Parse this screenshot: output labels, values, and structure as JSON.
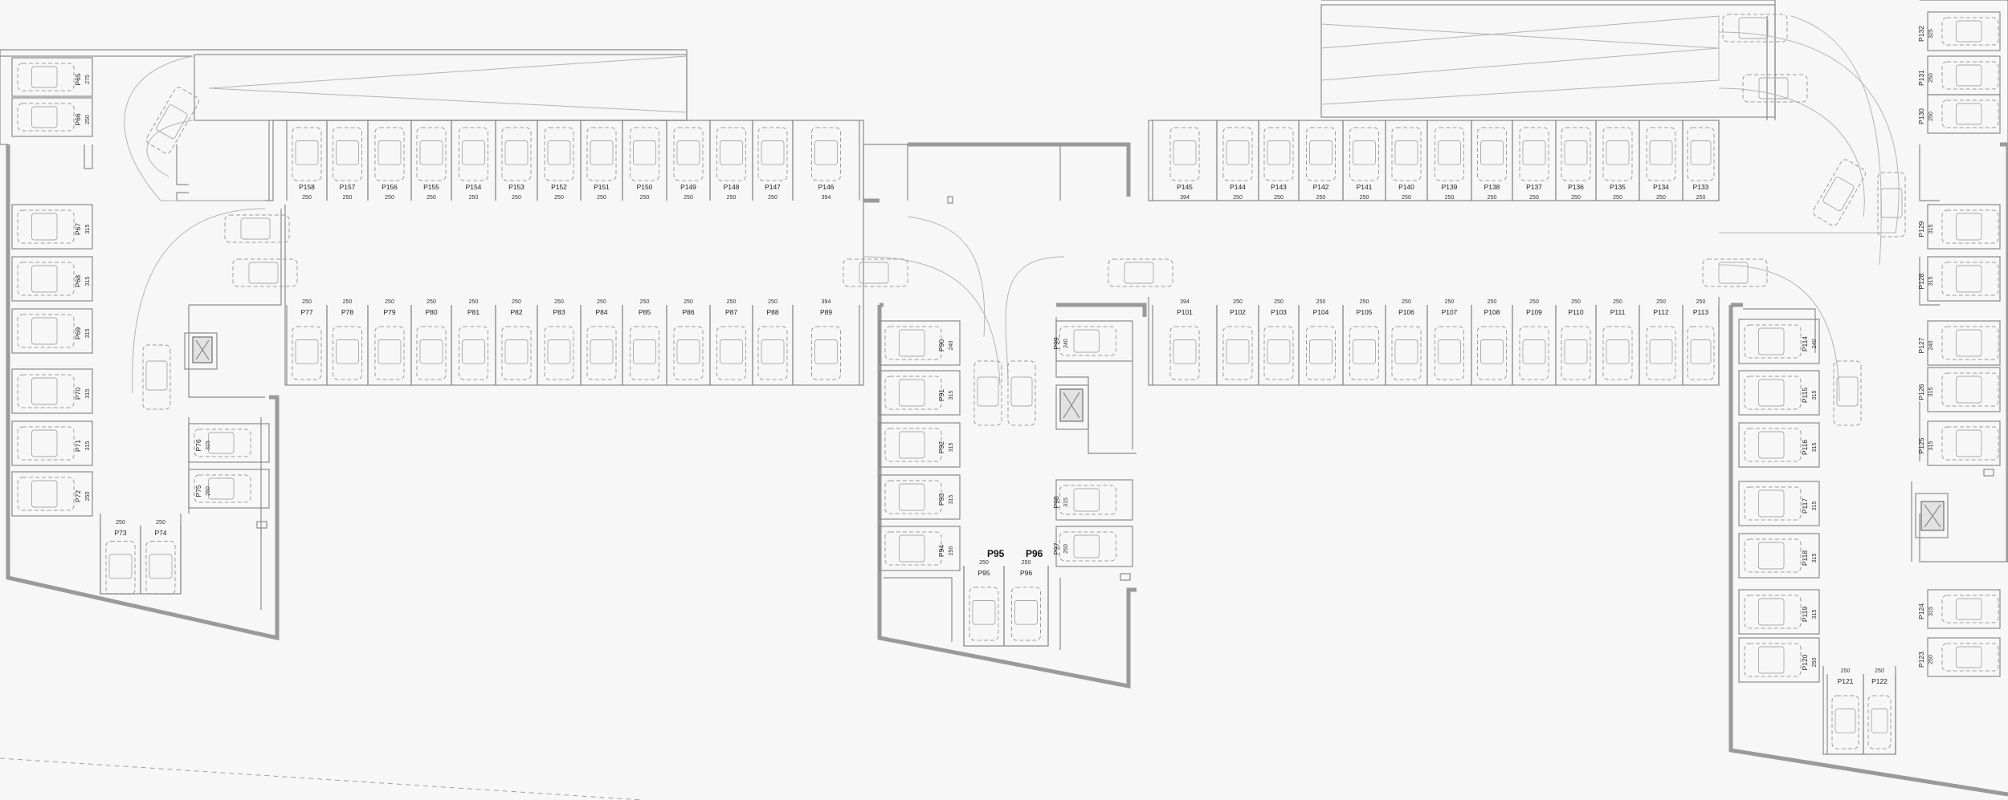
{
  "plan": {
    "spots": {
      "row_top_left": [
        {
          "id": "P158",
          "w": "250"
        },
        {
          "id": "P157",
          "w": "250"
        },
        {
          "id": "P156",
          "w": "250"
        },
        {
          "id": "P155",
          "w": "250"
        },
        {
          "id": "P154",
          "w": "250"
        },
        {
          "id": "P153",
          "w": "250"
        },
        {
          "id": "P152",
          "w": "250"
        },
        {
          "id": "P151",
          "w": "250"
        },
        {
          "id": "P150",
          "w": "250"
        },
        {
          "id": "P149",
          "w": "250"
        },
        {
          "id": "P148",
          "w": "250"
        },
        {
          "id": "P147",
          "w": "250"
        },
        {
          "id": "P146",
          "w": "394"
        }
      ],
      "row_mid_left": [
        {
          "id": "P77",
          "w": "250"
        },
        {
          "id": "P78",
          "w": "250"
        },
        {
          "id": "P79",
          "w": "250"
        },
        {
          "id": "P80",
          "w": "250"
        },
        {
          "id": "P81",
          "w": "250"
        },
        {
          "id": "P82",
          "w": "250"
        },
        {
          "id": "P83",
          "w": "250"
        },
        {
          "id": "P84",
          "w": "250"
        },
        {
          "id": "P85",
          "w": "250"
        },
        {
          "id": "P86",
          "w": "250"
        },
        {
          "id": "P87",
          "w": "250"
        },
        {
          "id": "P88",
          "w": "250"
        },
        {
          "id": "P89",
          "w": "394"
        }
      ],
      "row_top_right": [
        {
          "id": "P145",
          "w": "394"
        },
        {
          "id": "P144",
          "w": "250"
        },
        {
          "id": "P143",
          "w": "250"
        },
        {
          "id": "P142",
          "w": "250"
        },
        {
          "id": "P141",
          "w": "250"
        },
        {
          "id": "P140",
          "w": "250"
        },
        {
          "id": "P139",
          "w": "250"
        },
        {
          "id": "P138",
          "w": "250"
        },
        {
          "id": "P137",
          "w": "250"
        },
        {
          "id": "P136",
          "w": "250"
        },
        {
          "id": "P135",
          "w": "250"
        },
        {
          "id": "P134",
          "w": "250"
        },
        {
          "id": "P133",
          "w": "250"
        }
      ],
      "row_mid_right": [
        {
          "id": "P101",
          "w": "394"
        },
        {
          "id": "P102",
          "w": "250"
        },
        {
          "id": "P103",
          "w": "250"
        },
        {
          "id": "P104",
          "w": "250"
        },
        {
          "id": "P105",
          "w": "250"
        },
        {
          "id": "P106",
          "w": "250"
        },
        {
          "id": "P107",
          "w": "250"
        },
        {
          "id": "P108",
          "w": "250"
        },
        {
          "id": "P109",
          "w": "250"
        },
        {
          "id": "P110",
          "w": "250"
        },
        {
          "id": "P111",
          "w": "250"
        },
        {
          "id": "P112",
          "w": "250"
        },
        {
          "id": "P113",
          "w": "250"
        }
      ],
      "col_left": [
        {
          "id": "P65",
          "w": "275"
        },
        {
          "id": "P66",
          "w": "250"
        },
        {
          "id": "P67",
          "w": "315"
        },
        {
          "id": "P68",
          "w": "315"
        },
        {
          "id": "P69",
          "w": "315"
        },
        {
          "id": "P70",
          "w": "315"
        },
        {
          "id": "P71",
          "w": "315"
        },
        {
          "id": "P72",
          "w": "250"
        }
      ],
      "col_left_inner": [
        {
          "id": "P76",
          "w": "315"
        },
        {
          "id": "P75",
          "w": "250"
        }
      ],
      "bottom_left": [
        {
          "id": "P73",
          "w": "250"
        },
        {
          "id": "P74",
          "w": "250"
        }
      ],
      "col_center_left": [
        {
          "id": "P90",
          "w": "240"
        },
        {
          "id": "P91",
          "w": "315"
        },
        {
          "id": "P92",
          "w": "315"
        },
        {
          "id": "P93",
          "w": "315"
        },
        {
          "id": "P94",
          "w": "250"
        }
      ],
      "col_center_right": [
        {
          "id": "P99",
          "w": "240"
        },
        {
          "id": "P98",
          "w": "315"
        },
        {
          "id": "P97",
          "w": "250"
        }
      ],
      "center_bottom": [
        {
          "id": "P95",
          "w": "250"
        },
        {
          "id": "P96",
          "w": "250"
        }
      ],
      "center_bottom_big": [
        "P95",
        "P96"
      ],
      "col_right_inner": [
        {
          "id": "P114",
          "w": "240"
        },
        {
          "id": "P115",
          "w": "315"
        },
        {
          "id": "P116",
          "w": "315"
        },
        {
          "id": "P117",
          "w": "315"
        },
        {
          "id": "P118",
          "w": "315"
        },
        {
          "id": "P119",
          "w": "315"
        },
        {
          "id": "P120",
          "w": "250"
        }
      ],
      "bottom_right": [
        {
          "id": "P121",
          "w": "250"
        },
        {
          "id": "P122",
          "w": "250"
        }
      ],
      "col_right_outer_top": [
        {
          "id": "P132",
          "w": "325"
        },
        {
          "id": "P131",
          "w": "250"
        },
        {
          "id": "P130",
          "w": "250"
        }
      ],
      "col_right_outer": [
        {
          "id": "P129",
          "w": "315"
        },
        {
          "id": "P128",
          "w": "315"
        },
        {
          "id": "P127",
          "w": "240"
        },
        {
          "id": "P126",
          "w": "315"
        },
        {
          "id": "P125",
          "w": "315"
        }
      ],
      "col_right_outer_bottom": [
        {
          "id": "P124",
          "w": "315"
        },
        {
          "id": "P123",
          "w": "250"
        }
      ]
    }
  }
}
